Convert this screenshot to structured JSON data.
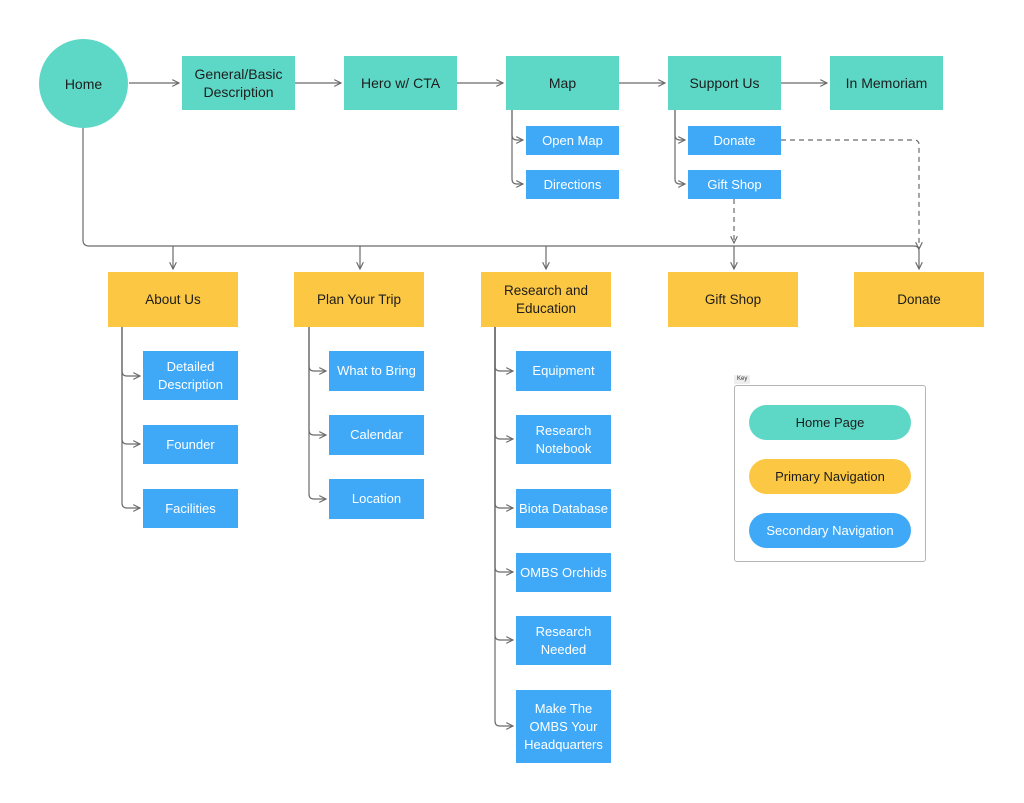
{
  "nodes": {
    "home": "Home",
    "general": "General/Basic Description",
    "hero": "Hero w/ CTA",
    "map": "Map",
    "support": "Support Us",
    "memoriam": "In Memoriam",
    "open_map": "Open Map",
    "directions": "Directions",
    "donate_sub": "Donate",
    "giftshop_sub": "Gift Shop",
    "about": "About Us",
    "plan": "Plan Your Trip",
    "research": "Research and Education",
    "giftshop": "Gift Shop",
    "donate": "Donate",
    "detailed": "Detailed Description",
    "founder": "Founder",
    "facilities": "Facilities",
    "bring": "What to Bring",
    "calendar": "Calendar",
    "location": "Location",
    "equipment": "Equipment",
    "notebook": "Research Notebook",
    "biota": "Biota Database",
    "orchids": "OMBS Orchids",
    "needed": "Research Needed",
    "headquarters": "Make The OMBS Your Headquarters"
  },
  "key": {
    "tag": "Key",
    "home_page": "Home Page",
    "primary": "Primary Navigation",
    "secondary": "Secondary Navigation"
  },
  "colors": {
    "home_page": "#5dd8c6",
    "primary": "#fcc742",
    "secondary": "#3fa9f8"
  }
}
